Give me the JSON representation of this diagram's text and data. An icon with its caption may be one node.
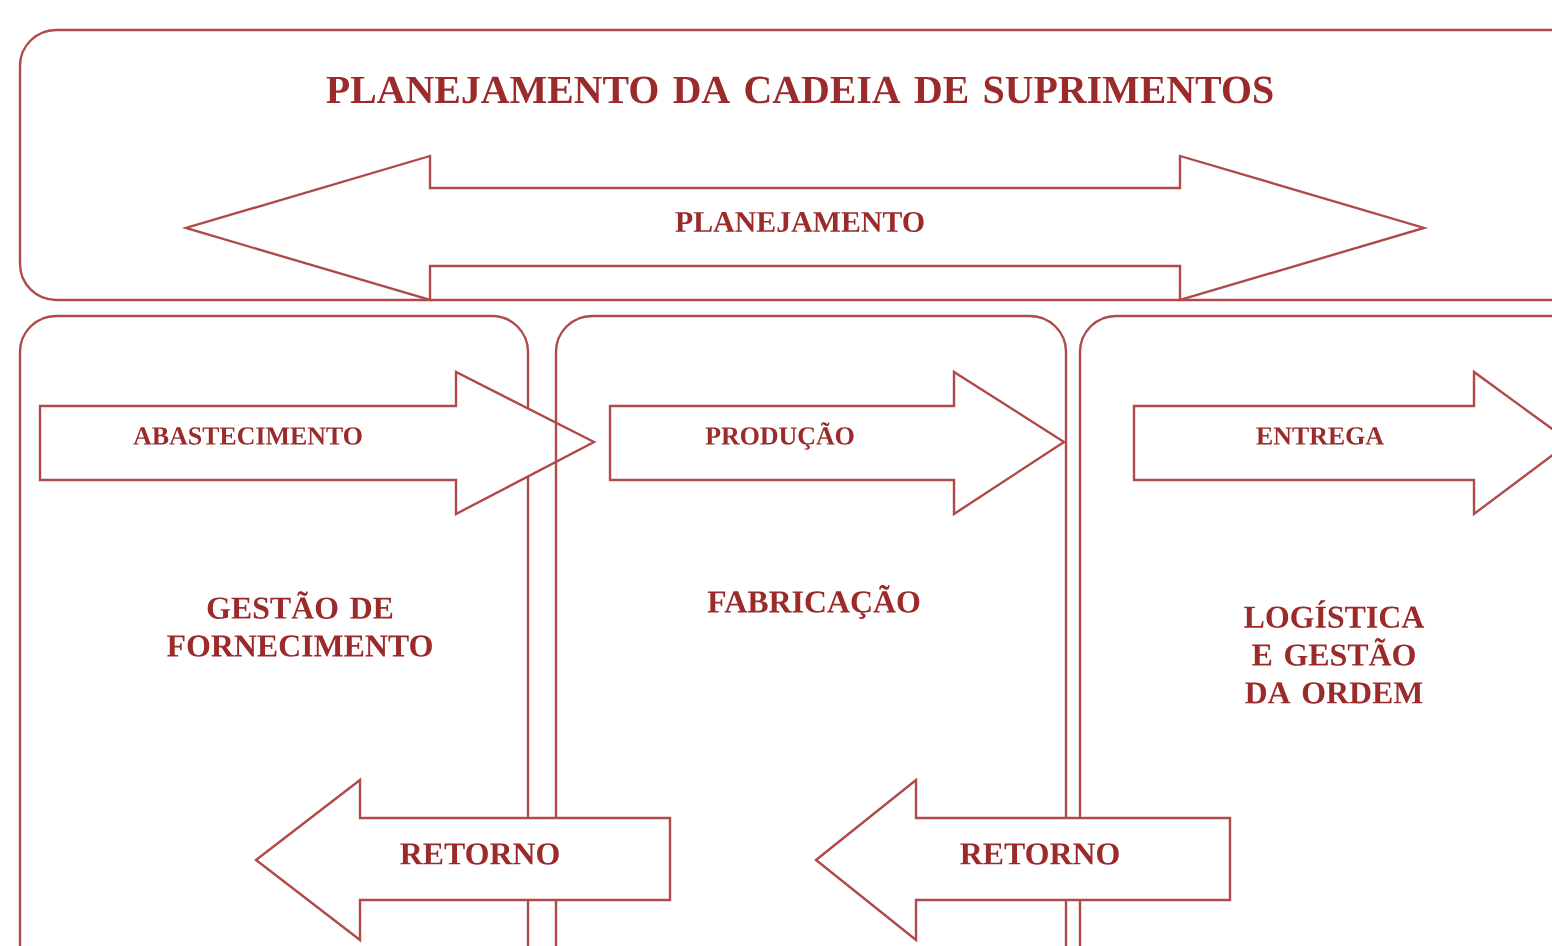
{
  "diagram": {
    "nodes": [
      {
        "text": [
          "PLANEJAMENTO DA CADEIA DE SUPRIMENTOS"
        ]
      },
      {
        "text": [
          "PLANEJAMENTO"
        ],
        "in": 0
      },
      {
        "text": [
          "GESTÃO DE FORNECIMENTO"
        ]
      },
      {
        "text": [
          "ABASTECIMENTO"
        ]
      },
      {
        "text": [
          "FABRICAÇÃO"
        ]
      },
      {
        "text": [
          "PRODUÇÃO"
        ],
        "in": 4
      },
      {
        "text": [
          "LOGÍSTICA E GESTÃO DA ORDEM"
        ]
      },
      {
        "text": [
          "ENTREGA"
        ],
        "in": 6
      },
      {
        "text": [
          "RETORNO"
        ]
      },
      {
        "text": [
          "RETORNO"
        ]
      }
    ]
  }
}
